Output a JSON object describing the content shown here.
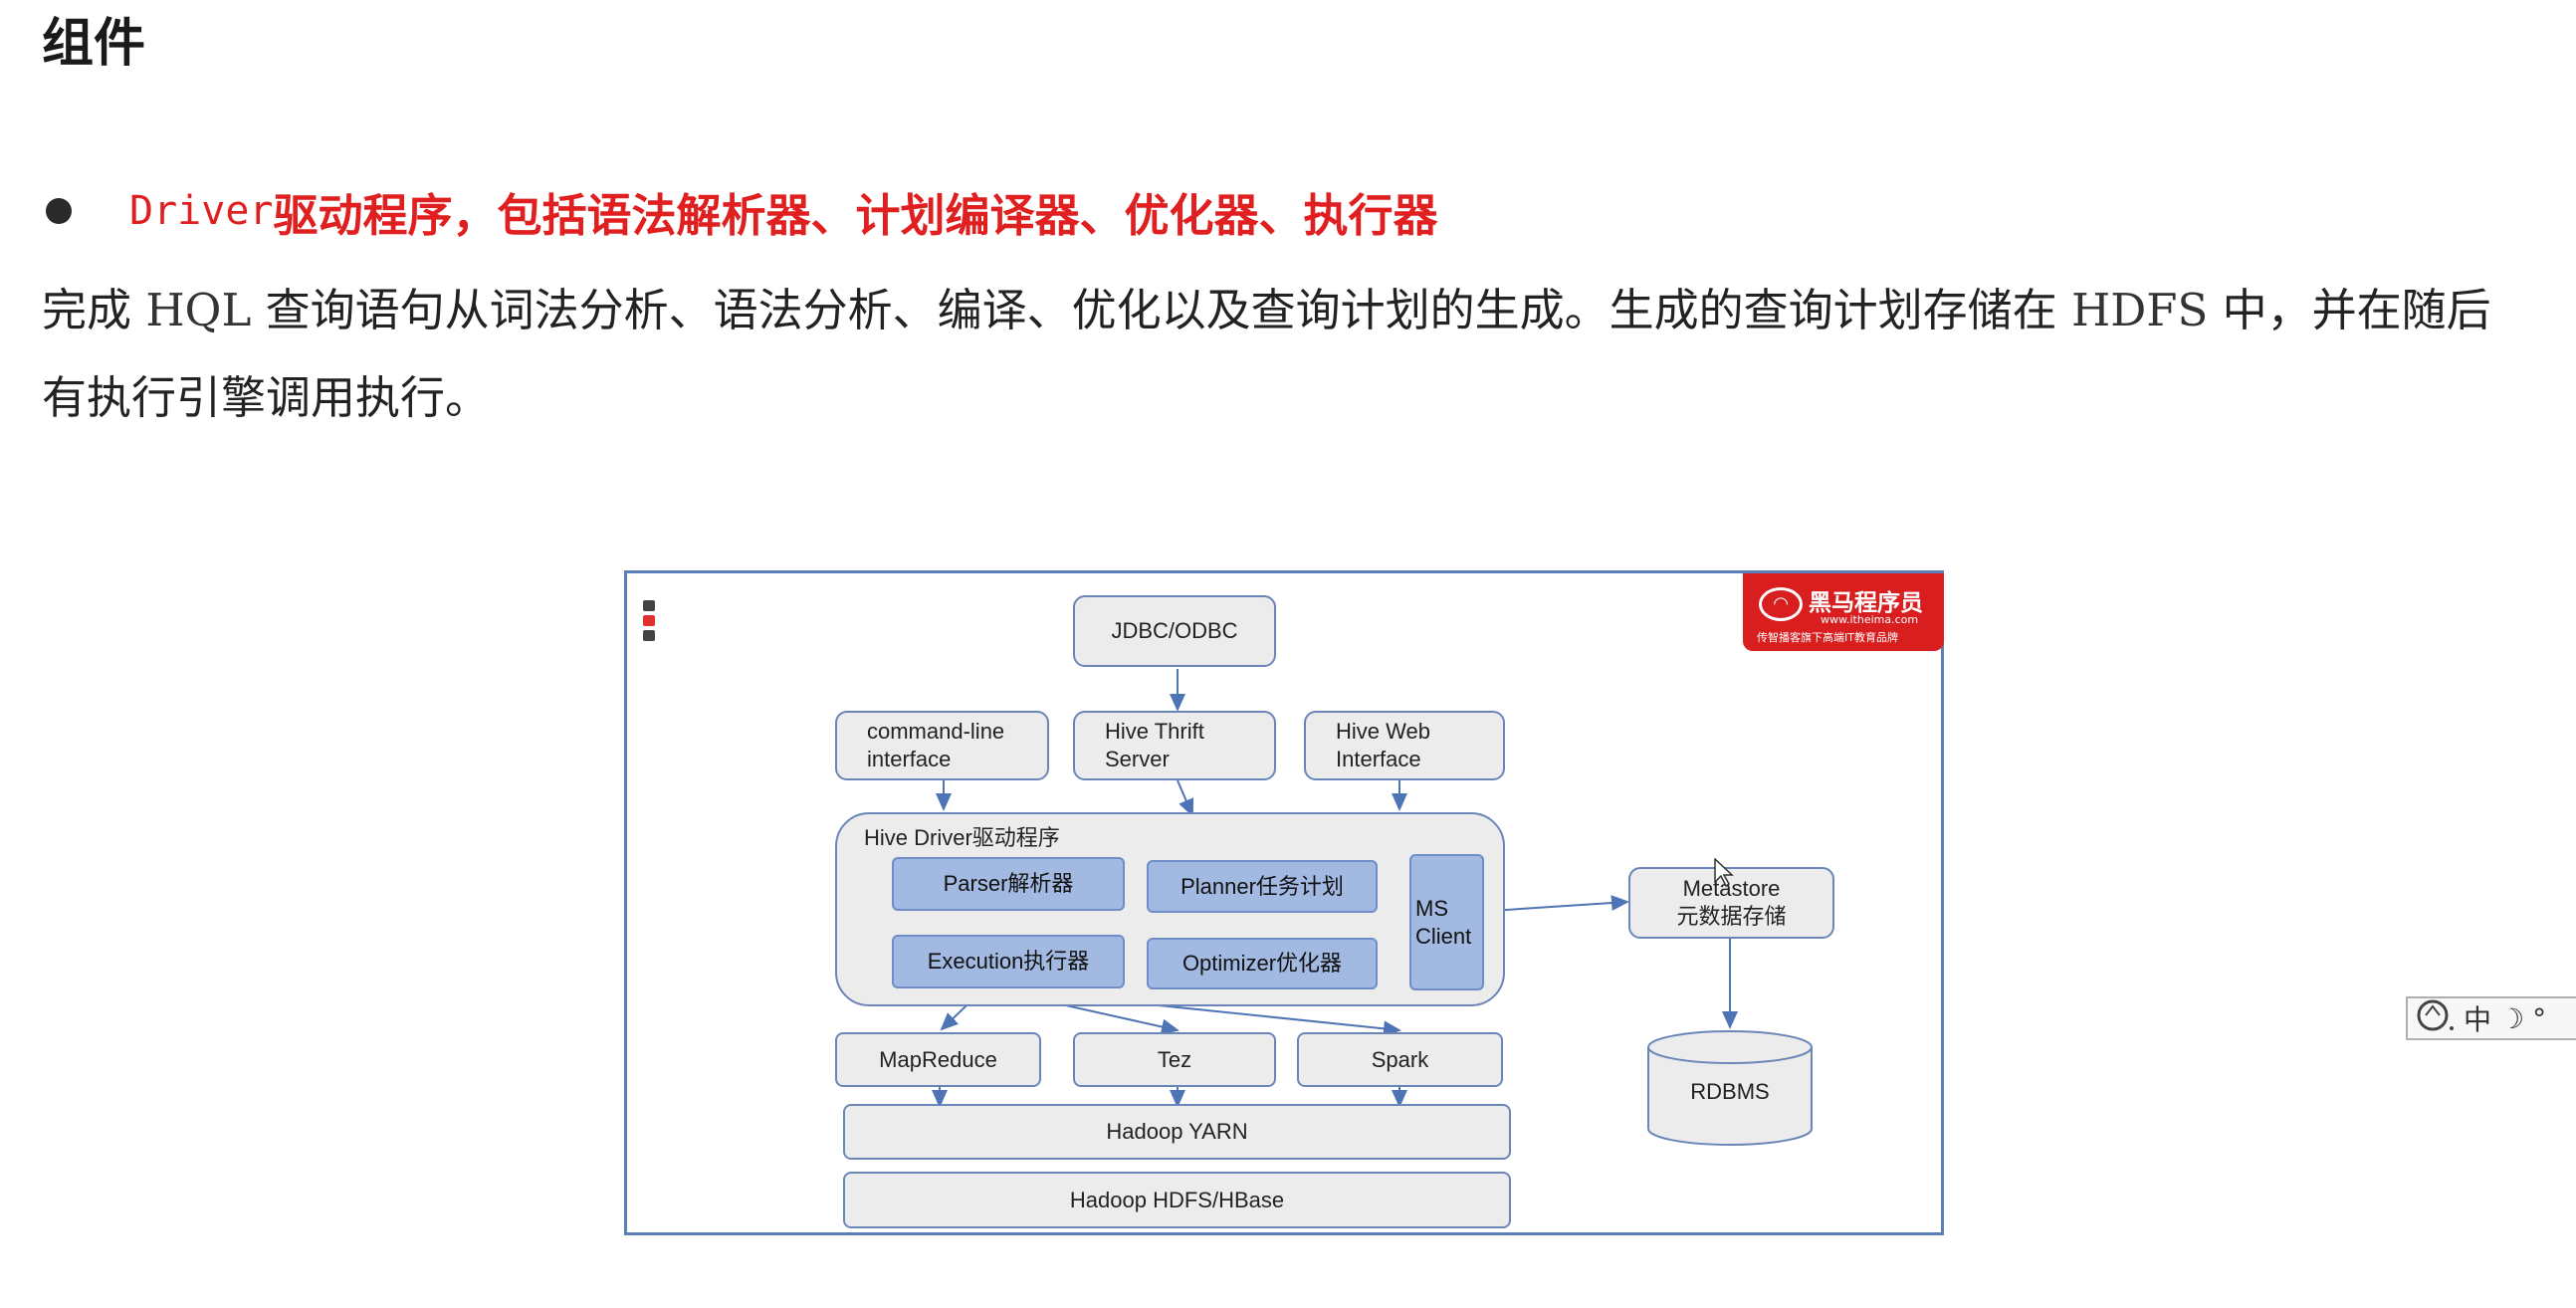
{
  "slide": {
    "title": "组件",
    "bullet": {
      "prefix": "Driver",
      "text": "驱动程序，包括语法解析器、计划编译器、优化器、执行器"
    },
    "paragraph": {
      "part1": "完成 ",
      "code1": "HQL",
      "part2": " 查询语句从词法分析、语法分析、编译、优化以及查询计划的生成。生成的查询计划存储在 ",
      "code2": "HDFS",
      "part3": " 中，并在随后有执行引擎调用执行。"
    }
  },
  "diagram": {
    "logo": {
      "name": "黑马程序员",
      "url": "www.itheima.com",
      "slogan": "传智播客旗下高端IT教育品牌"
    },
    "jdbc": "JDBC/ODBC",
    "cli_line1": "command-line",
    "cli_line2": "interface",
    "thrift_line1": "Hive Thrift",
    "thrift_line2": "Server",
    "web_line1": "Hive Web",
    "web_line2": "Interface",
    "driver_label": "Hive Driver驱动程序",
    "parser": "Parser解析器",
    "planner": "Planner任务计划",
    "execution": "Execution执行器",
    "optimizer": "Optimizer优化器",
    "ms_line1": "MS",
    "ms_line2": "Client",
    "metastore_line1": "Metastore",
    "metastore_line2": "元数据存储",
    "rdbms": "RDBMS",
    "mapreduce": "MapReduce",
    "tez": "Tez",
    "spark": "Spark",
    "yarn": "Hadoop YARN",
    "hdfs": "Hadoop HDFS/HBase"
  },
  "ime_toolbar": {
    "mode": "中"
  },
  "colors": {
    "accent_red": "#e02020",
    "box_border": "#6a86b8",
    "box_fill": "#ececec",
    "component_fill": "#a2b9e2",
    "logo_red": "#d81e1e"
  }
}
